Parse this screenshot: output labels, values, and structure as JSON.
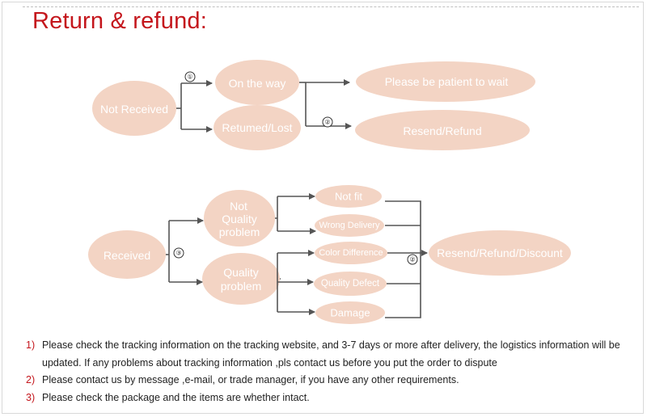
{
  "title": "Return & refund:",
  "colors": {
    "title": "#c4161c",
    "node_fill": "#f3d4c4",
    "node_text": "#ffffff",
    "line": "#555555"
  },
  "flow1": {
    "root": "Not Received",
    "step_marks": [
      "①",
      "②"
    ],
    "branches": [
      "On the way",
      "Retumed/Lost"
    ],
    "outcomes": [
      "Please be patient to wait",
      "Resend/Refund"
    ]
  },
  "flow2": {
    "root": "Received",
    "step_marks": [
      "③",
      "②"
    ],
    "categories": [
      {
        "lines": [
          "Not",
          "Quality",
          "problem"
        ]
      },
      {
        "lines": [
          "Quality",
          "problem"
        ]
      }
    ],
    "issues": [
      "Not fit",
      "Wrong Delivery",
      "Color Difference",
      "Quality Defect",
      "Damage"
    ],
    "outcome": "Resend/Refund/Discount"
  },
  "notes": [
    {
      "num": "1)",
      "text": "Please check the tracking information on the tracking website, and 3-7 days or more after delivery, the logistics information will be updated. If any problems about tracking information ,pls contact us before you put the order to dispute"
    },
    {
      "num": "2)",
      "text": "Please contact us by message ,e-mail, or trade manager, if you have any other requirements."
    },
    {
      "num": "3)",
      "text": "Please check the package and the items are whether intact."
    }
  ]
}
